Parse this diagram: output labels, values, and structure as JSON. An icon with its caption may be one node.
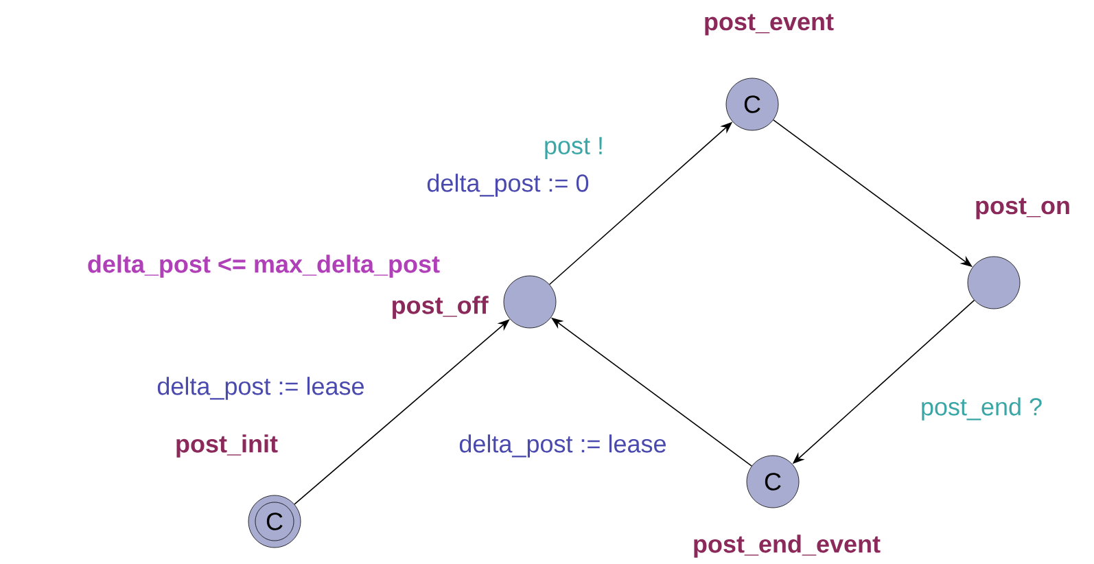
{
  "diagram": {
    "nodes": [
      {
        "text": [
          "post_init",
          "C"
        ]
      },
      {
        "text": [
          "post_off"
        ],
        "beside": [
          "delta_post <= max_delta_post"
        ]
      },
      {
        "text": [
          "post_event",
          "C"
        ]
      },
      {
        "text": [
          "post_on"
        ]
      },
      {
        "text": [
          "C",
          "post_end_event"
        ]
      }
    ],
    "edges": [
      {
        "from": 0,
        "to": 1,
        "arrow": "to",
        "label": "delta_post := lease"
      },
      {
        "from": 1,
        "to": 2,
        "arrow": "to",
        "label": "post !"
      },
      {
        "from": 2,
        "to": 3,
        "arrow": "to"
      },
      {
        "from": 3,
        "to": 4,
        "arrow": "to",
        "label": "post_end ?"
      },
      {
        "from": 4,
        "to": 1,
        "arrow": "to",
        "label": "delta_post := lease"
      }
    ],
    "labels": [
      "delta_post := 0"
    ]
  }
}
